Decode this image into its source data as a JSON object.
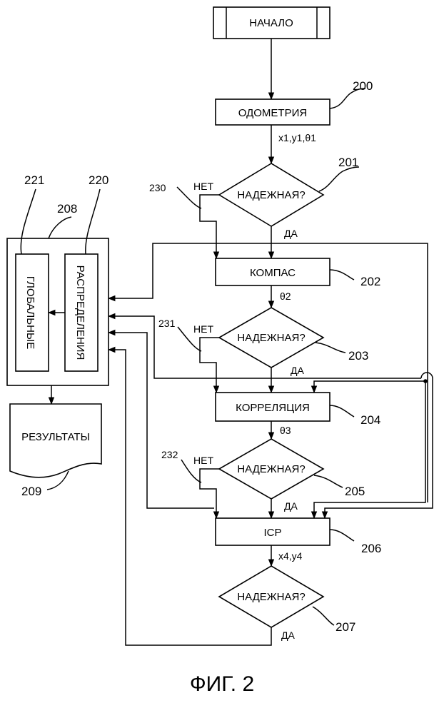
{
  "start": "НАЧАЛО",
  "steps": {
    "odometry": "ОДОМЕТРИЯ",
    "compass": "КОМПАС",
    "correlation": "КОРРЕЛЯЦИЯ",
    "icp": "ICP"
  },
  "decisions": {
    "d1": "НАДЕЖНАЯ?",
    "d2": "НАДЕЖНАЯ?",
    "d3": "НАДЕЖНАЯ?",
    "d4": "НАДЕЖНАЯ?"
  },
  "branches": {
    "no": "НЕТ",
    "yes": "ДА"
  },
  "outputs": {
    "odometry": "x1,y1,θ1",
    "compass": "θ2",
    "correlation": "θ3",
    "icp": "x4,y4"
  },
  "storage": {
    "global": "ГЛОБАЛЬНЫЕ",
    "distributions": "РАСПРЕДЕЛЕНИЯ"
  },
  "results": "РЕЗУЛЬТАТЫ",
  "refs": {
    "r200": "200",
    "r201": "201",
    "r202": "202",
    "r203": "203",
    "r204": "204",
    "r205": "205",
    "r206": "206",
    "r207": "207",
    "r208": "208",
    "r209": "209",
    "r220": "220",
    "r221": "221",
    "r230": "230",
    "r231": "231",
    "r232": "232"
  },
  "figure_label": "ФИГ. 2"
}
